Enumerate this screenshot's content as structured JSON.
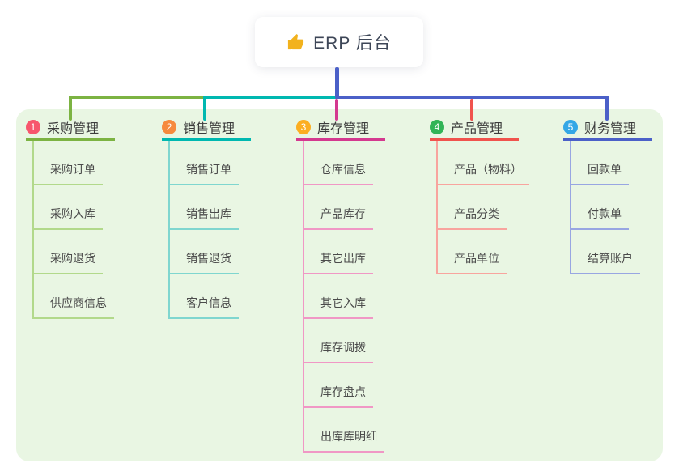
{
  "root": {
    "icon": "thumbs-up-icon",
    "label": "ERP 后台"
  },
  "colors": {
    "canvas_background": "#ffffff",
    "board_background": "#e9f6e3",
    "root_link": "#4b60c8",
    "root_text": "#3d4657",
    "thumb_icon": "#f2b21d"
  },
  "branches": [
    {
      "number": "1",
      "title": "采购管理",
      "badge_color": "#f7566d",
      "line_color": "#7cb342",
      "child_line_color": "#b2d98b",
      "children": [
        "采购订单",
        "采购入库",
        "采购退货",
        "供应商信息"
      ]
    },
    {
      "number": "2",
      "title": "销售管理",
      "badge_color": "#f68a3e",
      "line_color": "#00b8b0",
      "child_line_color": "#7fd6cf",
      "children": [
        "销售订单",
        "销售出库",
        "销售退货",
        "客户信息"
      ]
    },
    {
      "number": "3",
      "title": "库存管理",
      "badge_color": "#fcae21",
      "line_color": "#d4398f",
      "child_line_color": "#f097c5",
      "children": [
        "仓库信息",
        "产品库存",
        "其它出库",
        "其它入库",
        "库存调拨",
        "库存盘点",
        "出库库明细"
      ]
    },
    {
      "number": "4",
      "title": "产品管理",
      "badge_color": "#32b457",
      "line_color": "#f0534d",
      "child_line_color": "#f8a49e",
      "children": [
        "产品（物料）",
        "产品分类",
        "产品单位"
      ]
    },
    {
      "number": "5",
      "title": "财务管理",
      "badge_color": "#34a7e6",
      "line_color": "#4b60c8",
      "child_line_color": "#98a6e2",
      "children": [
        "回款单",
        "付款单",
        "结算账户"
      ]
    }
  ]
}
